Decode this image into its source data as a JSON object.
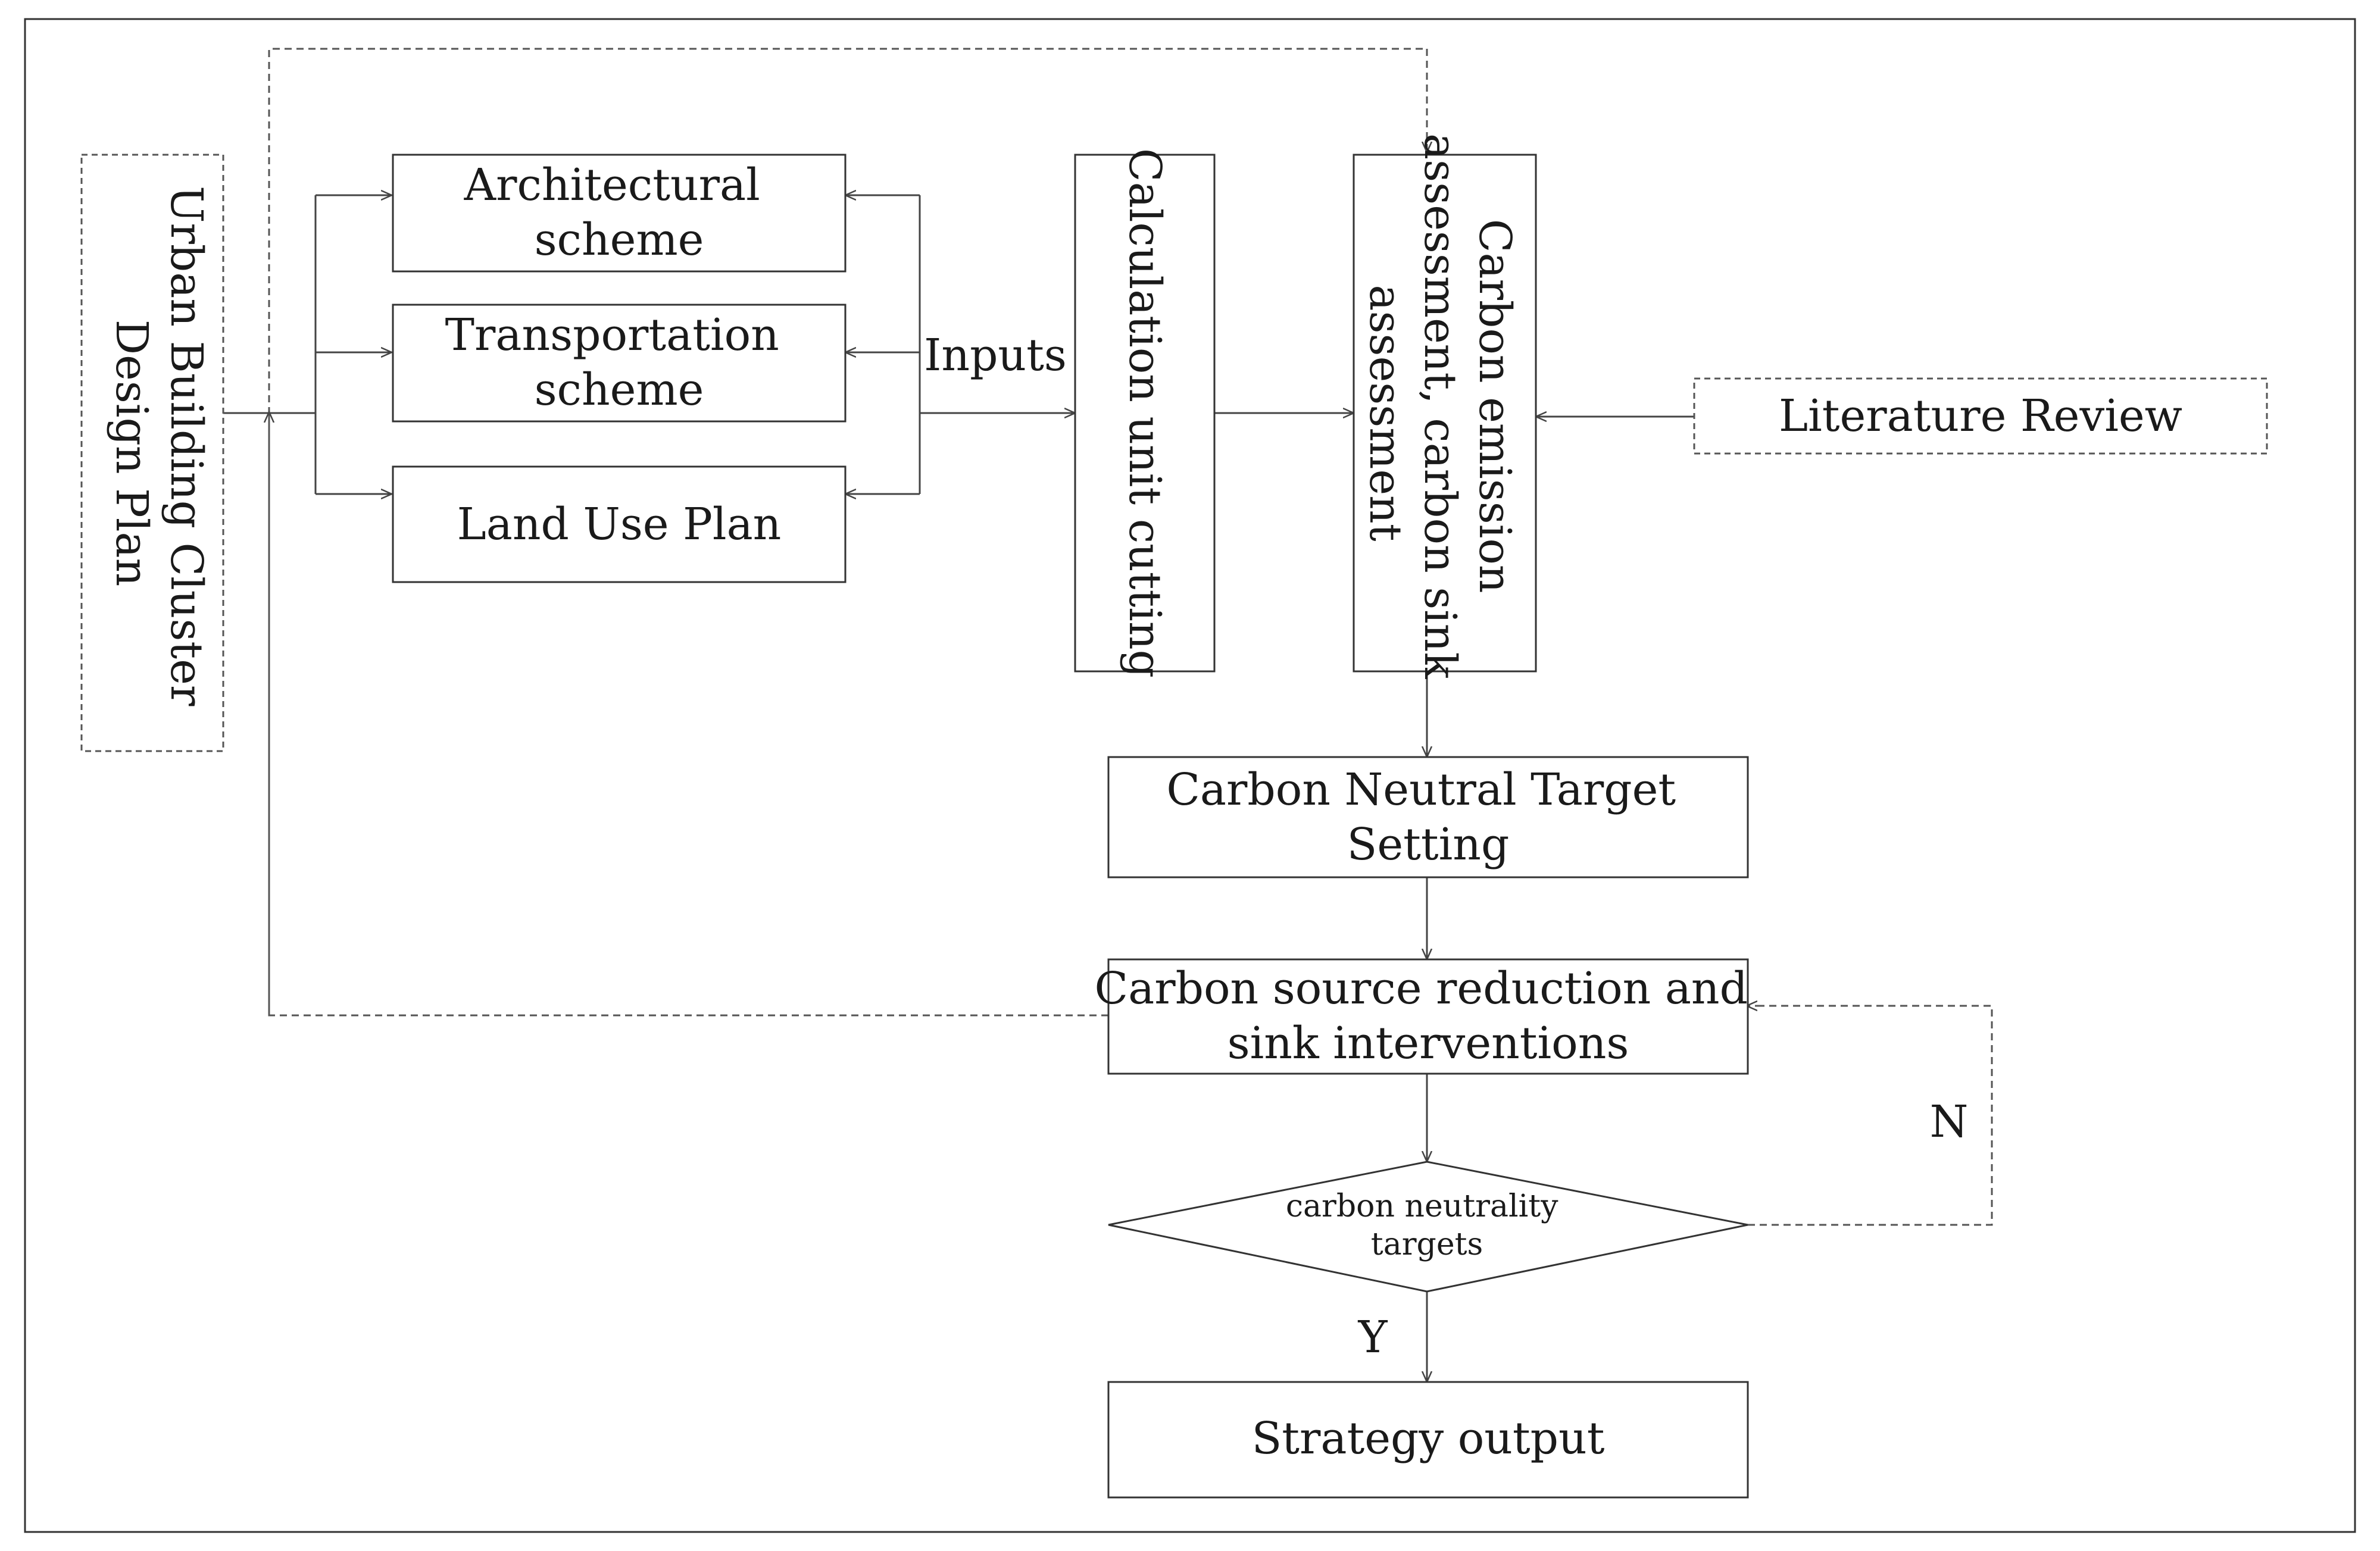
{
  "nodes": {
    "urban_plan": [
      "Urban Building Cluster",
      "Design Plan"
    ],
    "architectural": [
      "Architectural",
      "scheme"
    ],
    "transportation": [
      "Transportation",
      "scheme"
    ],
    "land_use": [
      "Land Use Plan"
    ],
    "calc_unit": [
      "Calculation unit cutting"
    ],
    "carbon_assessment": [
      "Carbon emission",
      "assessment, carbon sink",
      "assessment"
    ],
    "literature": [
      "Literature Review"
    ],
    "neutral_target": [
      "Carbon Neutral Target",
      "Setting"
    ],
    "interventions": [
      "Carbon source reduction and",
      "sink interventions"
    ],
    "decision": [
      "carbon neutrality",
      "targets"
    ],
    "strategy": [
      "Strategy output"
    ]
  },
  "labels": {
    "inputs": "Inputs",
    "no": "N",
    "yes": "Y"
  }
}
